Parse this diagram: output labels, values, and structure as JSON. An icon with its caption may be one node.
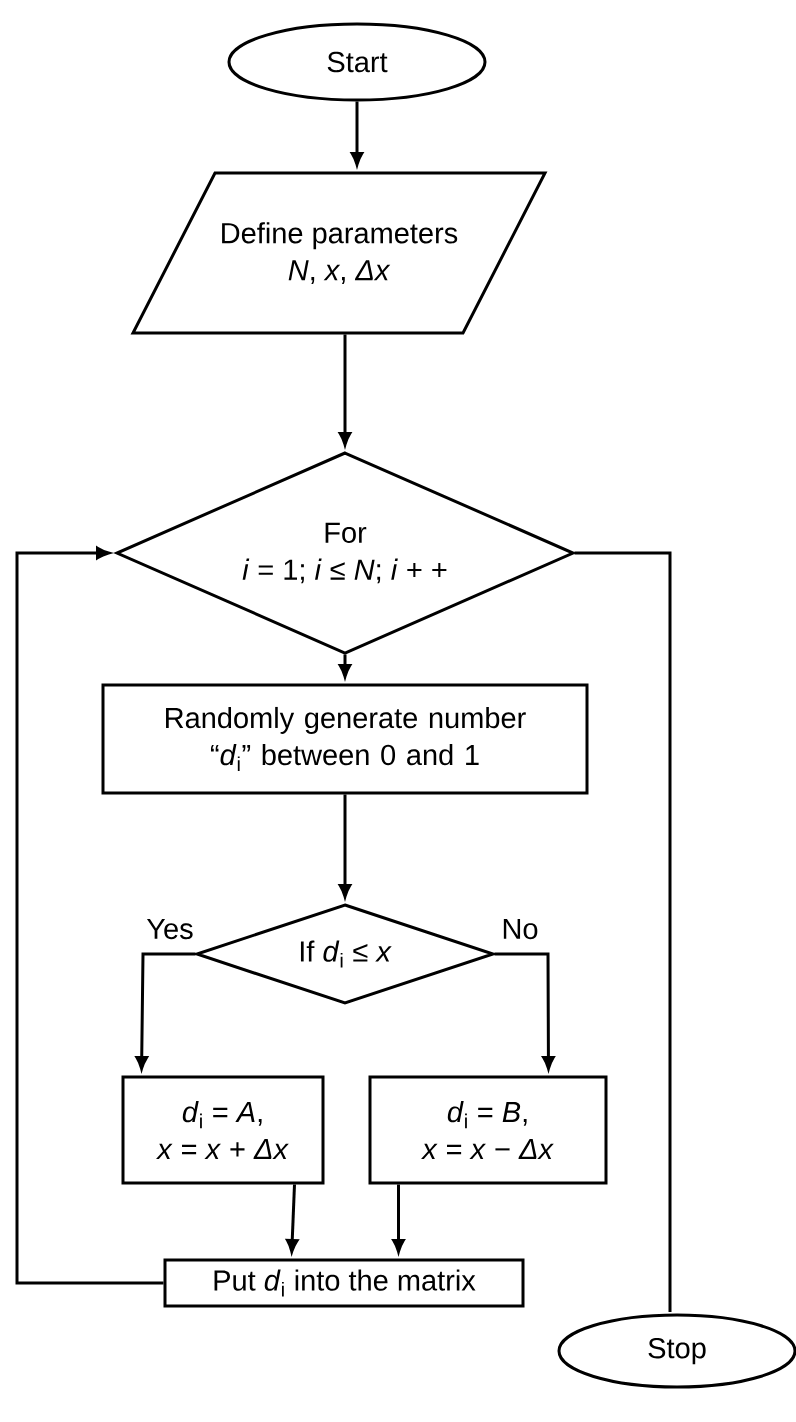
{
  "diagram": {
    "nodes": [
      {
        "text": [
          "Start"
        ]
      },
      {
        "text": [
          "Define parameters",
          "*N*, *x*, *Δx*"
        ]
      },
      {
        "text": [
          "For",
          "*i* = 1; *i* ≤ *N*; *i* + +"
        ]
      },
      {
        "text": [
          "Randomly generate number “*d*$_{i}$” between 0 and 1"
        ]
      },
      {
        "text": [
          "If *d*$_{i}$ ≤ *x*"
        ]
      },
      {
        "text": [
          "*d*$_{i}$ = *A*,",
          "*x* = *x* + *Δx*"
        ]
      },
      {
        "text": [
          "*d*$_{i}$ = *B*,",
          "*x* = *x* − *Δx*"
        ]
      },
      {
        "text": [
          "Put *d*$_{i}$ into the matrix"
        ]
      },
      {
        "text": [
          "Stop"
        ]
      }
    ],
    "edges": [
      {
        "from": 0,
        "to": 1,
        "arrow": "to"
      },
      {
        "from": 1,
        "to": 2,
        "arrow": "to"
      },
      {
        "from": 2,
        "to": 3,
        "arrow": "to"
      },
      {
        "from": 3,
        "to": 4,
        "arrow": "to"
      },
      {
        "from": 4,
        "to": 5,
        "arrow": "to",
        "label": "Yes"
      },
      {
        "from": 4,
        "to": 6,
        "arrow": "to",
        "label": "No"
      },
      {
        "from": 5,
        "to": 7,
        "arrow": "to"
      },
      {
        "from": 6,
        "to": 7,
        "arrow": "to"
      },
      {
        "from": 7,
        "to": 2,
        "arrow": "to"
      },
      {
        "from": 2,
        "to": 8,
        "arrow": "none"
      }
    ]
  }
}
